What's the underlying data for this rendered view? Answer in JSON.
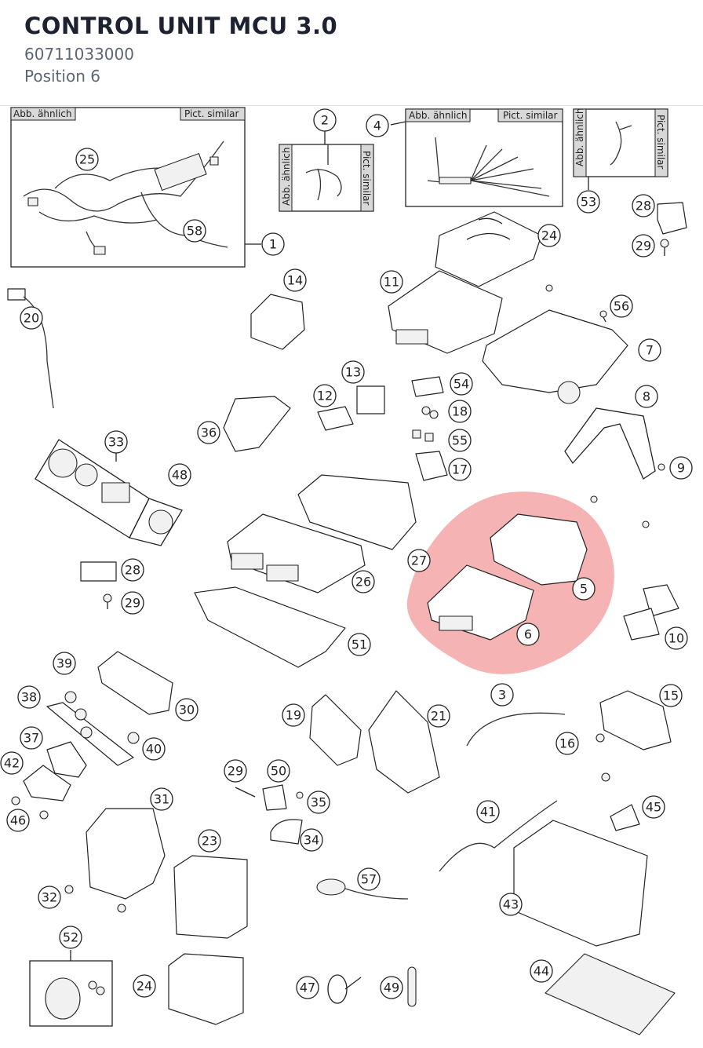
{
  "header": {
    "title": "CONTROL UNIT MCU 3.0",
    "part_number": "60711033000",
    "position": "Position 6"
  },
  "image_labels": {
    "similar_de": "Abb. ähnlich",
    "similar_en": "Pict. similar"
  },
  "highlight": {
    "color": "#f2a0a0",
    "callouts": [
      "5",
      "6"
    ]
  },
  "callouts": [
    "1",
    "2",
    "3",
    "4",
    "5",
    "6",
    "7",
    "8",
    "9",
    "10",
    "11",
    "12",
    "13",
    "14",
    "15",
    "16",
    "17",
    "18",
    "19",
    "20",
    "21",
    "23",
    "24",
    "24",
    "25",
    "26",
    "27",
    "28",
    "28",
    "29",
    "29",
    "29",
    "30",
    "31",
    "32",
    "33",
    "34",
    "35",
    "36",
    "37",
    "38",
    "39",
    "40",
    "41",
    "42",
    "43",
    "44",
    "45",
    "46",
    "47",
    "48",
    "49",
    "50",
    "51",
    "52",
    "53",
    "54",
    "55",
    "56",
    "57",
    "58"
  ]
}
